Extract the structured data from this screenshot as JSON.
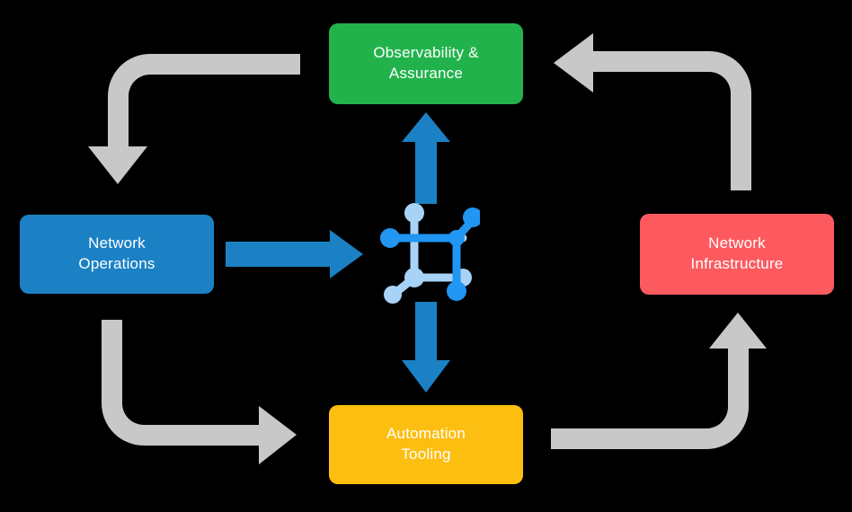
{
  "diagram": {
    "type": "cycle-diagram",
    "background_color": "#000000",
    "center": {
      "icon_name": "network-topology-icon",
      "colors": {
        "front": "#2196F3",
        "back": "#A8D3F7"
      }
    },
    "nodes": [
      {
        "id": "observability",
        "label": "Observability &\nAssurance",
        "color": "#22B24C",
        "position": "top"
      },
      {
        "id": "network-operations",
        "label": "Network\nOperations",
        "color": "#1B81C4",
        "position": "left"
      },
      {
        "id": "network-infrastructure",
        "label": "Network\nInfrastructure",
        "color": "#FD5A5F",
        "position": "right"
      },
      {
        "id": "automation-tooling",
        "label": "Automation\nTooling",
        "color": "#FDBE12",
        "position": "bottom"
      }
    ],
    "arrows": [
      {
        "id": "netops-to-center",
        "style": "straight",
        "direction": "right",
        "color": "#1B81C4",
        "from": "network-operations",
        "to": "center"
      },
      {
        "id": "center-to-observability",
        "style": "straight",
        "direction": "up",
        "color": "#1B81C4",
        "from": "center",
        "to": "observability"
      },
      {
        "id": "center-to-automation",
        "style": "straight",
        "direction": "down",
        "color": "#1B81C4",
        "from": "center",
        "to": "automation-tooling"
      },
      {
        "id": "observability-to-netops",
        "style": "elbow",
        "direction": "down",
        "color": "#C8C8C8",
        "from": "observability",
        "to": "network-operations"
      },
      {
        "id": "netops-to-automation",
        "style": "elbow",
        "direction": "right",
        "color": "#C8C8C8",
        "from": "network-operations",
        "to": "automation-tooling"
      },
      {
        "id": "infrastructure-to-observability",
        "style": "elbow",
        "direction": "left",
        "color": "#C8C8C8",
        "from": "network-infrastructure",
        "to": "observability"
      },
      {
        "id": "automation-to-infrastructure",
        "style": "elbow",
        "direction": "up",
        "color": "#C8C8C8",
        "from": "automation-tooling",
        "to": "network-infrastructure"
      }
    ]
  }
}
